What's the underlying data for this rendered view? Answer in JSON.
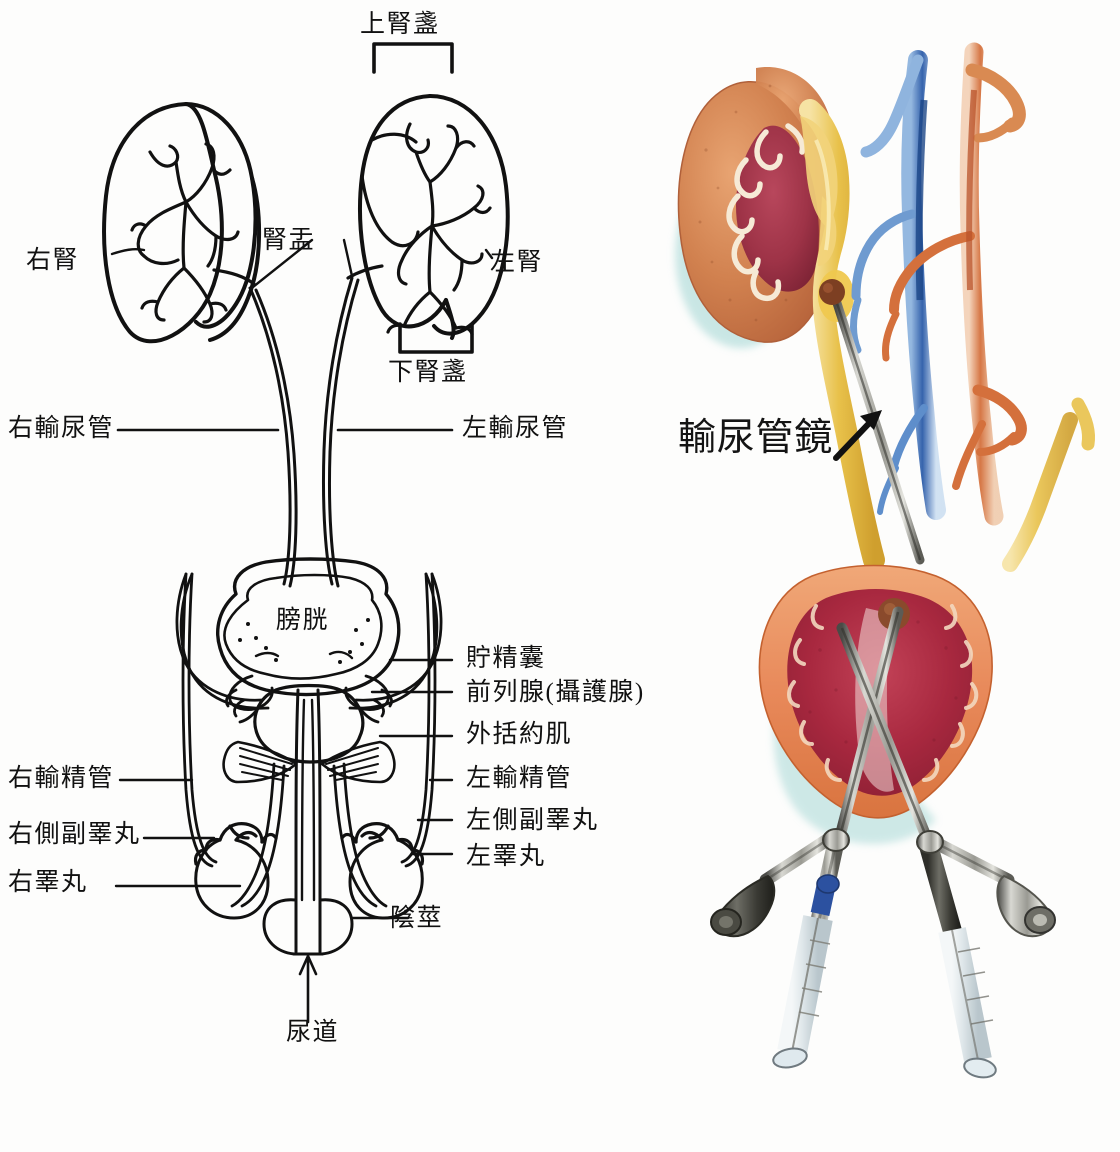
{
  "figure": {
    "title_visible": false,
    "panels": [
      {
        "id": "line-diagram",
        "desc": "hand-drawn male urinary tract line diagram with Chinese labels"
      },
      {
        "id": "watercolor",
        "desc": "colored illustration of ureteroscopy with kidney, vessels, bladder and endoscopes"
      }
    ]
  },
  "left_panel": {
    "labels": {
      "upper_calyx": "上腎盞",
      "lower_calyx": "下腎盞",
      "renal_pelvis": "腎盂",
      "right_kidney": "右腎",
      "left_kidney": "左腎",
      "right_ureter": "右輸尿管",
      "left_ureter": "左輸尿管",
      "bladder": "膀胱",
      "seminal_vesicle": "貯精囊",
      "prostate": "前列腺(攝護腺)",
      "external_sphincter": "外括約肌",
      "right_vas_deferens": "右輸精管",
      "left_vas_deferens": "左輸精管",
      "right_epididymis": "右側副睪丸",
      "left_epididymis": "左側副睪丸",
      "right_testis": "右睪丸",
      "left_testis": "左睪丸",
      "penis": "陰莖",
      "urethra": "尿道"
    },
    "ink_color": "#111111",
    "line_style": "hand-drawn black ink outline on white"
  },
  "right_panel": {
    "labels": {
      "ureteroscope": "輸尿管鏡"
    },
    "annotation": {
      "arrow": "arrow pointing up-right toward the ureteroscope shaft"
    },
    "colors": {
      "kidney_cortex": "#d1814f",
      "kidney_medulla": "#9e3347",
      "kidney_pelvis_fat": "#f2d37a",
      "ureter_yellow": "#e8c14a",
      "vena_cava_blue": "#2b5ba8",
      "aorta_orange": "#d4703c",
      "bladder_wall": "#e8895a",
      "bladder_mucosa": "#a8283f",
      "shadow_teal": "#9fd4d2",
      "instrument_metal": "#8d8d88",
      "instrument_dark": "#3a3a36"
    },
    "structures": [
      "kidney (coronal section)",
      "renal pelvis and calyces",
      "ureter",
      "inferior vena cava",
      "abdominal aorta",
      "bladder (opened)",
      "ureteroscope in right ureter",
      "two rigid endoscopes crossing in bladder",
      "endoscope eyepieces and light posts"
    ]
  }
}
